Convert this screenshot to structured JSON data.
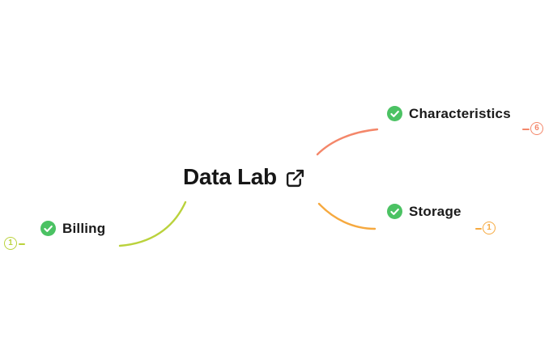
{
  "root": {
    "label": "Data Lab",
    "link_icon": "external-link-icon"
  },
  "topics": [
    {
      "label": "Characteristics",
      "badge_count": "6",
      "color": "#f4876a",
      "checked": true,
      "check_icon": "check-circle-icon"
    },
    {
      "label": "Storage",
      "badge_count": "1",
      "color": "#f6a93f",
      "checked": true,
      "check_icon": "check-circle-icon"
    },
    {
      "label": "Billing",
      "badge_count": "1",
      "color": "#bad23c",
      "checked": true,
      "check_icon": "check-circle-icon"
    }
  ],
  "colors": {
    "check_green": "#4bc263",
    "check_mark": "#ffffff",
    "text": "#1a1a1a",
    "root_text": "#161616",
    "background": "#ffffff"
  }
}
